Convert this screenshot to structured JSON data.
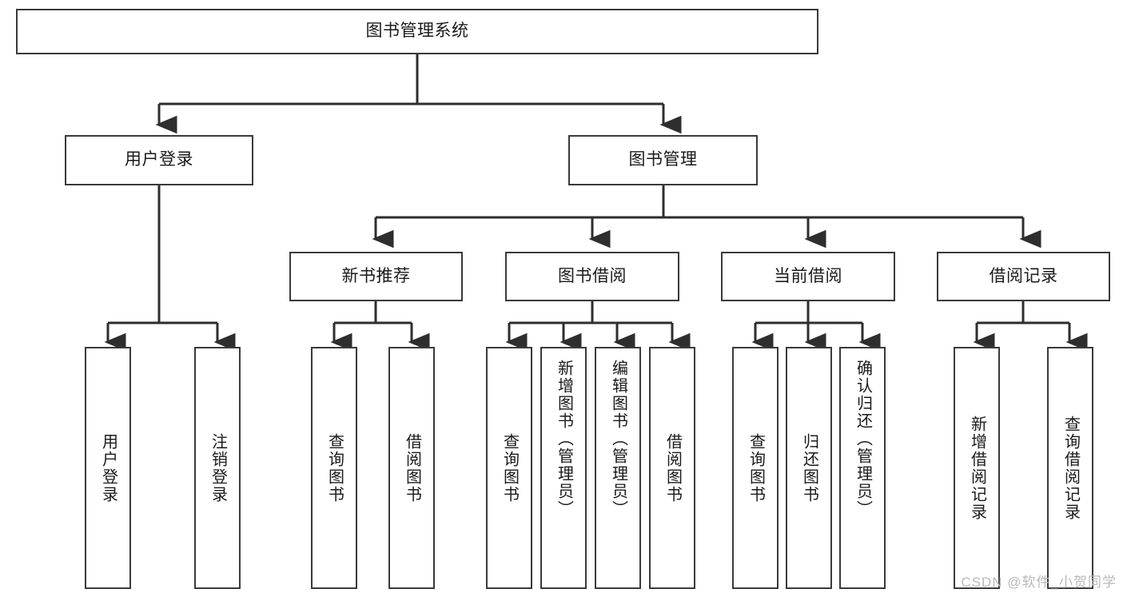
{
  "diagram": {
    "title": "图书管理系统",
    "type": "tree",
    "accent_color": "#3a3a3a",
    "background_color": "#ffffff",
    "root": {
      "label": "图书管理系统"
    },
    "level2": [
      {
        "label": "用户登录"
      },
      {
        "label": "图书管理"
      }
    ],
    "level3": [
      {
        "label": "新书推荐"
      },
      {
        "label": "图书借阅"
      },
      {
        "label": "当前借阅"
      },
      {
        "label": "借阅记录"
      }
    ],
    "leaves": {
      "user_login": [
        {
          "label": "用户登录"
        },
        {
          "label": "注销登录"
        }
      ],
      "new_book_recommend": [
        {
          "label": "查询图书"
        },
        {
          "label": "借阅图书"
        }
      ],
      "book_borrow": [
        {
          "label": "查询图书"
        },
        {
          "label": "新增图书（管理员）"
        },
        {
          "label": "编辑图书（管理员）"
        },
        {
          "label": "借阅图书"
        }
      ],
      "current_borrow": [
        {
          "label": "查询图书"
        },
        {
          "label": "归还图书"
        },
        {
          "label": "确认归还（管理员）"
        }
      ],
      "borrow_record": [
        {
          "label": "新增借阅记录"
        },
        {
          "label": "查询借阅记录"
        }
      ]
    }
  },
  "watermark": {
    "text": "CSDN @软件_小贺同学"
  }
}
